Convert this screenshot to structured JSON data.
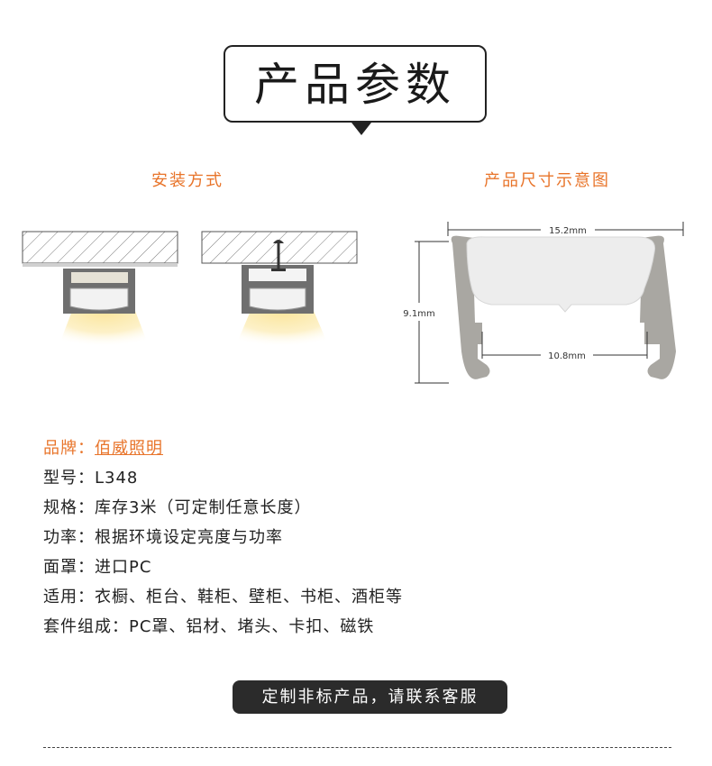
{
  "header": {
    "title": "产品参数"
  },
  "sections": {
    "install_title": "安装方式",
    "dimension_title": "产品尺寸示意图"
  },
  "dimensions": {
    "width_label": "15.2mm",
    "height_label": "9.1mm",
    "inner_label": "10.8mm"
  },
  "specs": [
    {
      "label": "品牌：",
      "value": "佰威照明"
    },
    {
      "label": "型号：",
      "value": "L348"
    },
    {
      "label": "规格：",
      "value": "库存3米（可定制任意长度）"
    },
    {
      "label": "功率：",
      "value": "根据环境设定亮度与功率"
    },
    {
      "label": "面罩：",
      "value": "进口PC"
    },
    {
      "label": "适用：",
      "value": "衣橱、柜台、鞋柜、壁柜、书柜、酒柜等"
    },
    {
      "label": "套件组成：",
      "value": "PC罩、铝材、堵头、卡扣、磁铁"
    }
  ],
  "cta": {
    "label": "定制非标产品，请联系客服"
  },
  "colors": {
    "accent": "#e8742a",
    "dark": "#2b2b2b"
  }
}
